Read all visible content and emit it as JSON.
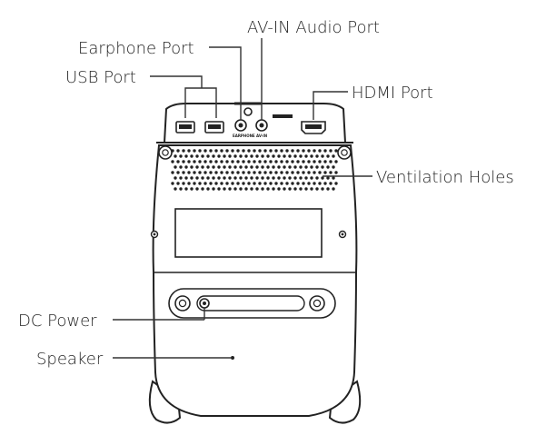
{
  "labels": {
    "earphone_port": "Earphone Port",
    "av_in_audio_port": "AV-IN Audio Port",
    "usb_port": "USB Port",
    "hdmi_port": "HDMI Port",
    "ventilation_holes": "Ventilation Holes",
    "dc_power": "DC Power",
    "speaker": "Speaker"
  },
  "port_markings": {
    "earphone": "EARPHONE",
    "av_in": "AV-IN"
  },
  "colors": {
    "outline": "#222222",
    "leader_line": "#333333",
    "text": "#222222"
  }
}
